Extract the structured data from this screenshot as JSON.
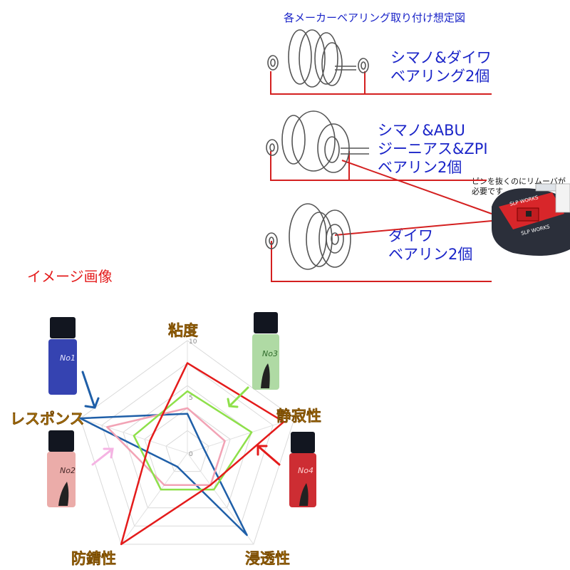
{
  "title": "各メーカーベアリング取り付け想定図",
  "groups": [
    {
      "lines": [
        "シマノ&ダイワ",
        "ベアリング2個"
      ]
    },
    {
      "lines": [
        "シマノ&ABU",
        "ジーニアス&ZPI",
        "ベアリン2個"
      ]
    },
    {
      "lines": [
        "ダイワ",
        "ベアリン2個"
      ]
    }
  ],
  "callout": {
    "line1": "ピンを抜くのにリムーバが",
    "line2": "必要です"
  },
  "tool_label": "SLP WORKS",
  "image_label": "イメージ画像",
  "bottles": [
    {
      "label": "No1",
      "color": "#1f2fa8"
    },
    {
      "label": "No2",
      "color": "#e9a3a0"
    },
    {
      "label": "No3",
      "color": "#a6d69a"
    },
    {
      "label": "No4",
      "color": "#c8161d"
    }
  ],
  "chart_data": {
    "type": "radar",
    "axes": [
      "粘度",
      "静寂性",
      "浸透性",
      "防錆性",
      "レスポンス"
    ],
    "rlim": [
      0,
      10
    ],
    "tick_labels": [
      "0",
      "5",
      "10"
    ],
    "series": [
      {
        "label": "No1",
        "color": "#1f5fa8",
        "values": [
          3.5,
          1.5,
          9,
          1.5,
          10
        ]
      },
      {
        "label": "No2",
        "color": "#f2a3b5",
        "values": [
          4,
          3.5,
          3.5,
          3.5,
          7.5
        ]
      },
      {
        "label": "No3",
        "color": "#8ee04a",
        "values": [
          5.5,
          6,
          4,
          4,
          5
        ]
      },
      {
        "label": "No4",
        "color": "#e41b1b",
        "values": [
          8,
          9,
          3.5,
          10,
          3.5
        ]
      }
    ]
  }
}
